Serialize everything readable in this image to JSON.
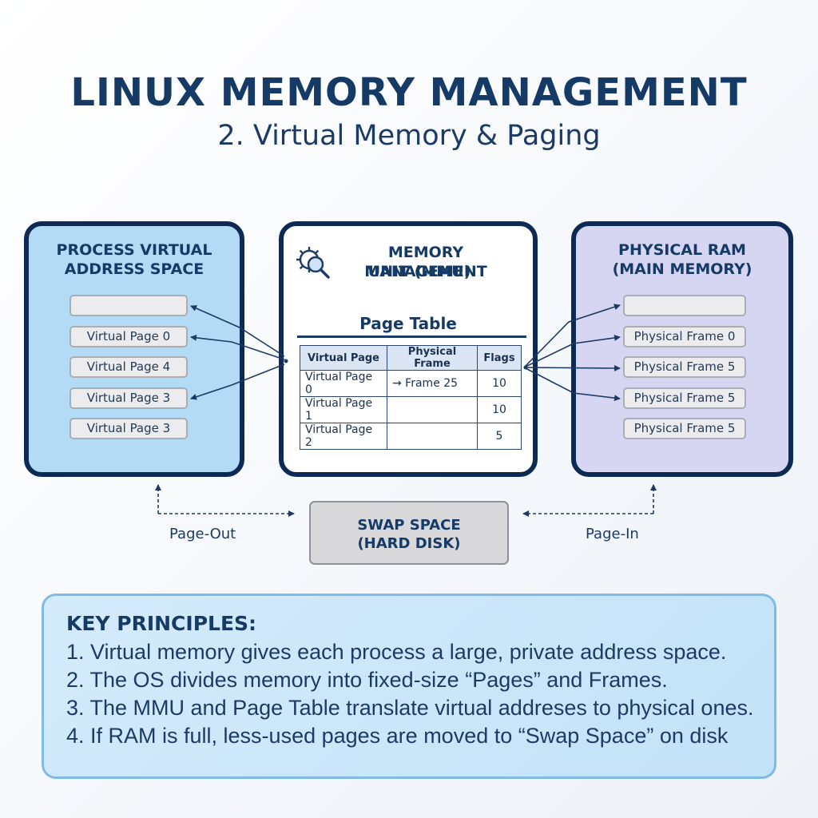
{
  "header": {
    "title": "LINUX MEMORY MANAGEMENT",
    "subtitle": "2. Virtual Memory & Paging"
  },
  "virtual_space": {
    "heading_line1": "PROCESS VIRTUAL",
    "heading_line2": "ADDRESS SPACE",
    "slots": [
      "",
      "Virtual Page 0",
      "Virtual Page 4",
      "Virtual Page 3",
      "Virtual Page 3"
    ]
  },
  "mmu": {
    "heading_line1": "MEMORY MANAGEMENT",
    "heading_line2": "UNIT (MMU)",
    "icon": "gear-magnifier-icon",
    "page_table": {
      "title": "Page Table",
      "columns": [
        "Virtual Page",
        "Physical Frame",
        "Flags"
      ],
      "rows": [
        [
          "Virtual Page 0",
          "→ Frame 25",
          "10"
        ],
        [
          "Virtual Page 1",
          "",
          "10"
        ],
        [
          "Virtual Page 2",
          "",
          "5"
        ]
      ]
    }
  },
  "physical_ram": {
    "heading_line1": "PHYSICAL RAM",
    "heading_line2": "(MAIN MEMORY)",
    "slots": [
      "",
      "Physical Frame 0",
      "Physical Frame 5",
      "Physical Frame 5",
      "Physical Frame 5"
    ]
  },
  "swap": {
    "line1": "SWAP SPACE",
    "line2": "(HARD DISK)",
    "page_out_label": "Page-Out",
    "page_in_label": "Page-In"
  },
  "principles": {
    "heading": "KEY PRINCIPLES:",
    "items": [
      "1. Virtual memory gives each process a large, private address space.",
      "2. The OS divides memory into fixed-size “Pages” and Frames.",
      "3. The MMU and Page Table translate virtual addreses to physical ones.",
      "4. If RAM is full, less-used pages are moved to “Swap Space” on disk"
    ]
  },
  "colors": {
    "navy": "#0d2a55",
    "virtual_panel": "#b4dbf6",
    "ram_panel": "#d6d6f2",
    "principles_bg": "#c2e2f8"
  }
}
